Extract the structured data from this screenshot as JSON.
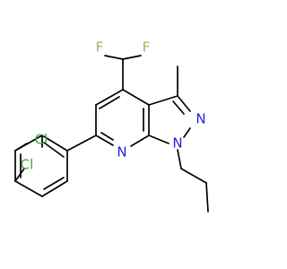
{
  "molecule": {
    "atoms": [
      {
        "id": "F1",
        "text": "F",
        "color": "#8ec04f"
      },
      {
        "id": "F2",
        "text": "F",
        "color": "#8ec04f"
      },
      {
        "id": "N_ring2",
        "text": "N",
        "color": "#1f1fd9"
      },
      {
        "id": "N_ring1",
        "text": "N",
        "color": "#1f1fd9"
      },
      {
        "id": "N_pyr",
        "text": "N",
        "color": "#1f1fd9"
      },
      {
        "id": "Cl1",
        "text": "Cl",
        "color": "#3aa53a"
      },
      {
        "id": "Cl2",
        "text": "Cl",
        "color": "#3aa53a"
      }
    ]
  }
}
